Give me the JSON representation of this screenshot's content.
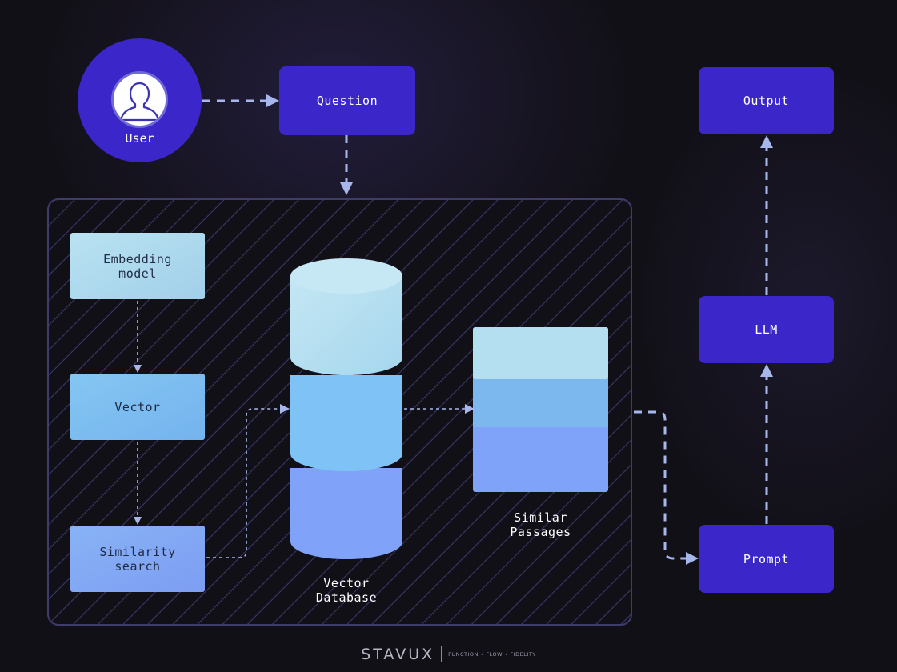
{
  "nodes": {
    "user": "User",
    "question": "Question",
    "output": "Output",
    "llm": "LLM",
    "prompt": "Prompt",
    "embedding_model": "Embedding\nmodel",
    "vector": "Vector",
    "similarity_search": "Similarity\nsearch"
  },
  "captions": {
    "vector_database": "Vector\nDatabase",
    "similar_passages": "Similar\nPassages"
  },
  "footer": {
    "brand": "STAVUX",
    "tagline": "FUNCTION • FLOW • FIDELITY"
  },
  "colors": {
    "background": "#121017",
    "node_purple": "#3b26c9",
    "connector": "#a7b7ec",
    "light_blue": "#b3dff0",
    "mid_blue": "#7fc0f5",
    "periwinkle": "#7fa3f8"
  },
  "icons": [
    "user-avatar-icon",
    "arrow-head-icon"
  ]
}
